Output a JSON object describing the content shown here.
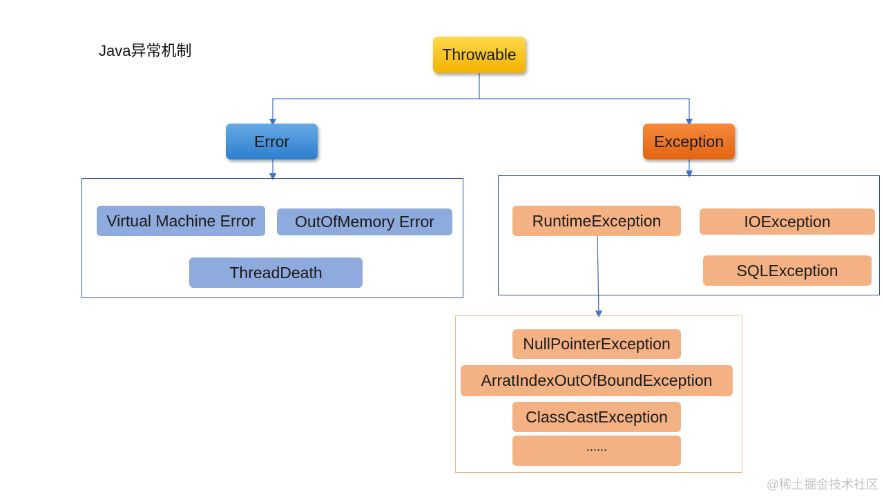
{
  "title": "Java异常机制",
  "root": "Throwable",
  "error": {
    "label": "Error",
    "children": [
      "Virtual Machine Error",
      "OutOfMemory Error",
      "ThreadDeath"
    ]
  },
  "exception": {
    "label": "Exception",
    "children": [
      "RuntimeException",
      "IOException",
      "SQLException"
    ]
  },
  "runtime_children": [
    "NullPointerException",
    "ArratIndexOutOfBoundException",
    "ClassCastException",
    "......"
  ],
  "watermark": "@稀土掘金技术社区",
  "colors": {
    "connector": "#4472c4",
    "root": "#ffc000",
    "error": "#2e75b6",
    "exception": "#e46410",
    "error_child": "#8faadc",
    "exception_child": "#f4b183"
  }
}
